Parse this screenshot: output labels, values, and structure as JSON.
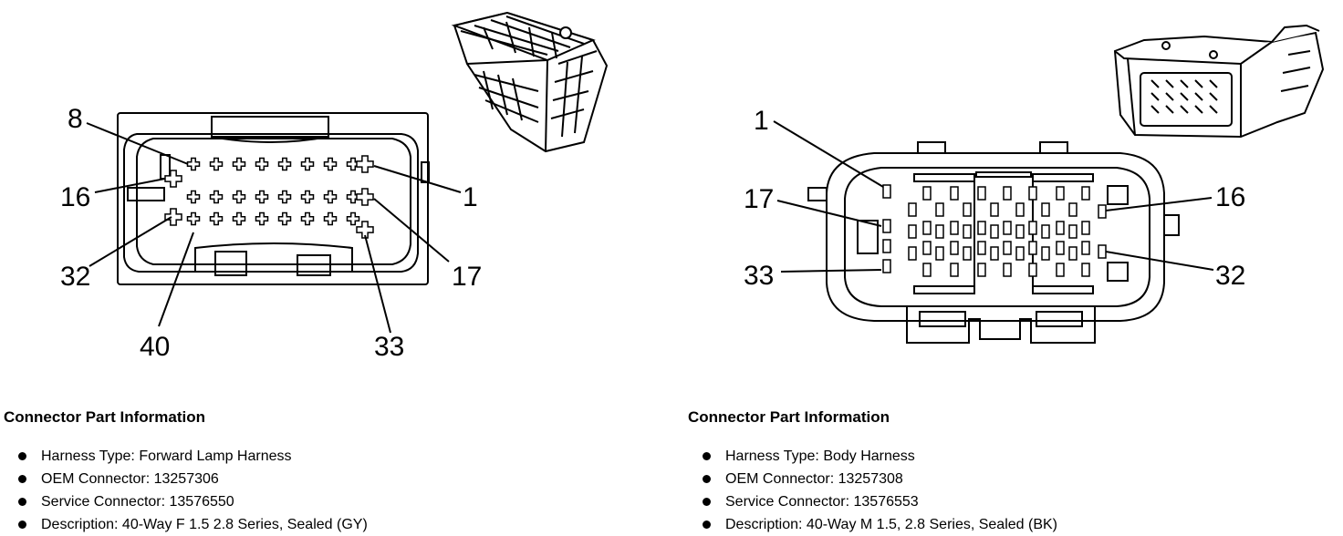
{
  "left_connector": {
    "pin_labels": {
      "p8": "8",
      "p16": "16",
      "p32": "32",
      "p40": "40",
      "p1": "1",
      "p17": "17",
      "p33": "33"
    },
    "info_title": "Connector Part Information",
    "info_items": [
      "Harness Type: Forward Lamp Harness",
      "OEM Connector: 13257306",
      "Service Connector: 13576550",
      "Description: 40-Way F 1.5 2.8 Series, Sealed (GY)"
    ]
  },
  "right_connector": {
    "pin_labels": {
      "p1": "1",
      "p17": "17",
      "p33": "33",
      "p16": "16",
      "p32": "32"
    },
    "info_title": "Connector Part Information",
    "info_items": [
      "Harness Type: Body Harness",
      "OEM Connector: 13257308",
      "Service Connector: 13576553",
      "Description: 40-Way M 1.5, 2.8 Series, Sealed (BK)"
    ]
  }
}
